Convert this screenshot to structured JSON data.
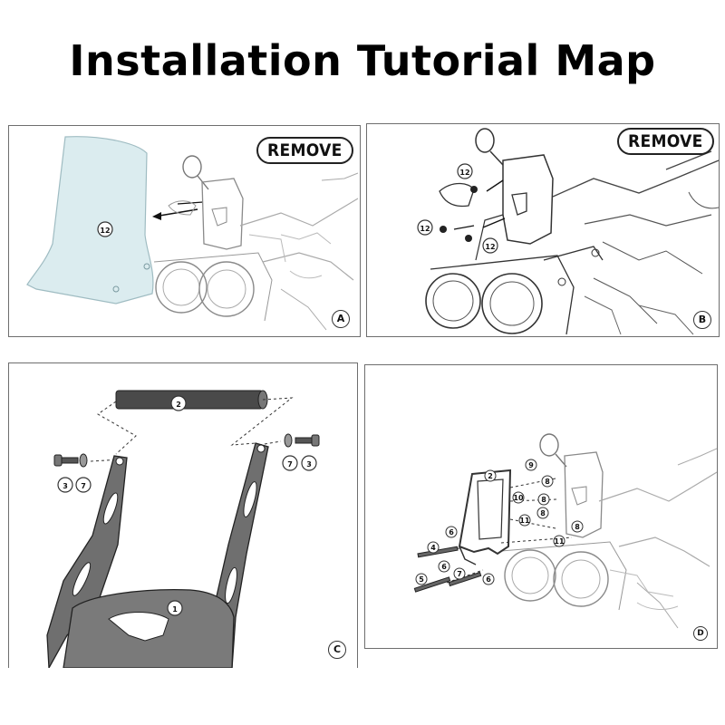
{
  "title": "Installation Tutorial Map",
  "panels": {
    "a": {
      "corner_label": "A",
      "action_label": "REMOVE",
      "callouts": [
        "12"
      ]
    },
    "b": {
      "corner_label": "B",
      "action_label": "REMOVE",
      "callouts": [
        "12",
        "12",
        "12"
      ]
    },
    "c": {
      "corner_label": "C",
      "callouts": [
        "2",
        "3",
        "7",
        "7",
        "3",
        "1"
      ]
    },
    "d": {
      "corner_label": "D",
      "callouts": [
        "2",
        "8",
        "9",
        "10",
        "8",
        "8",
        "11",
        "8",
        "11",
        "4",
        "6",
        "6",
        "5",
        "7",
        "6"
      ]
    }
  },
  "colors": {
    "line": "#3a3a3a",
    "light_line": "#8a8a8a",
    "windscreen": "#cfe6ea",
    "bracket": "#6f6f6f",
    "bar": "#4a4a4a"
  }
}
